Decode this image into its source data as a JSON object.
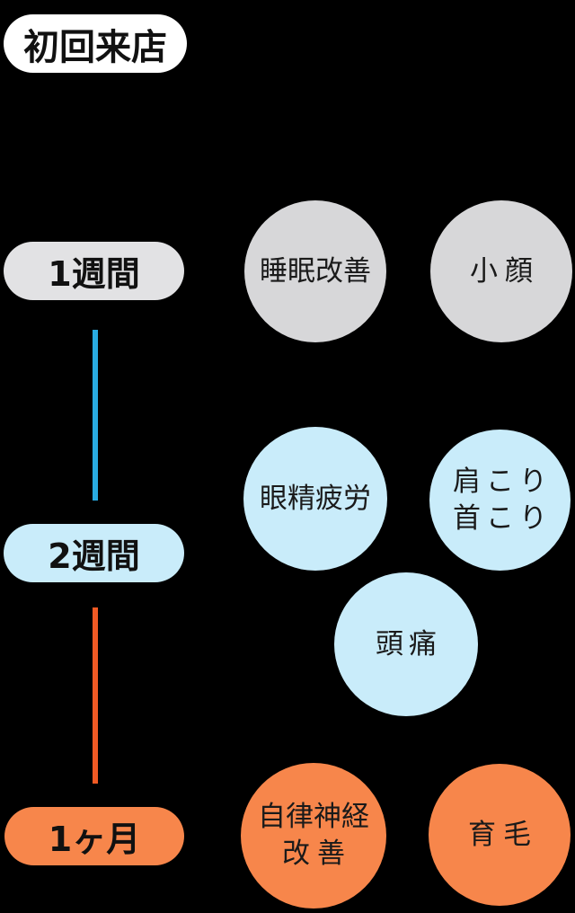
{
  "colors": {
    "background": "#000000",
    "start_pill": "#ffffff",
    "week1_pill": "#e2e2e4",
    "week1_circle": "#d7d7d9",
    "week2_pill": "#c9ecfa",
    "week2_circle": "#c9ecfa",
    "month1_pill": "#f7864b",
    "month1_circle": "#f7864b",
    "connector_week1_week2": "#29abe2",
    "connector_week2_month1": "#f15a24",
    "text": "#1a1a1a"
  },
  "start": {
    "label": "初回来店"
  },
  "stages": {
    "week1": {
      "label": "1週間",
      "effects": {
        "sleep": "睡眠改善",
        "smallface": "小顔"
      }
    },
    "week2": {
      "label": "2週間",
      "effects": {
        "eyestrain": "眼精疲労",
        "shoulder_line1": "肩こり",
        "shoulder_line2": "首こり",
        "headache": "頭痛"
      }
    },
    "month1": {
      "label": "1ヶ月",
      "effects": {
        "autonomic_line1": "自律神経",
        "autonomic_line2": "改善",
        "hairgrowth": "育毛"
      }
    }
  }
}
